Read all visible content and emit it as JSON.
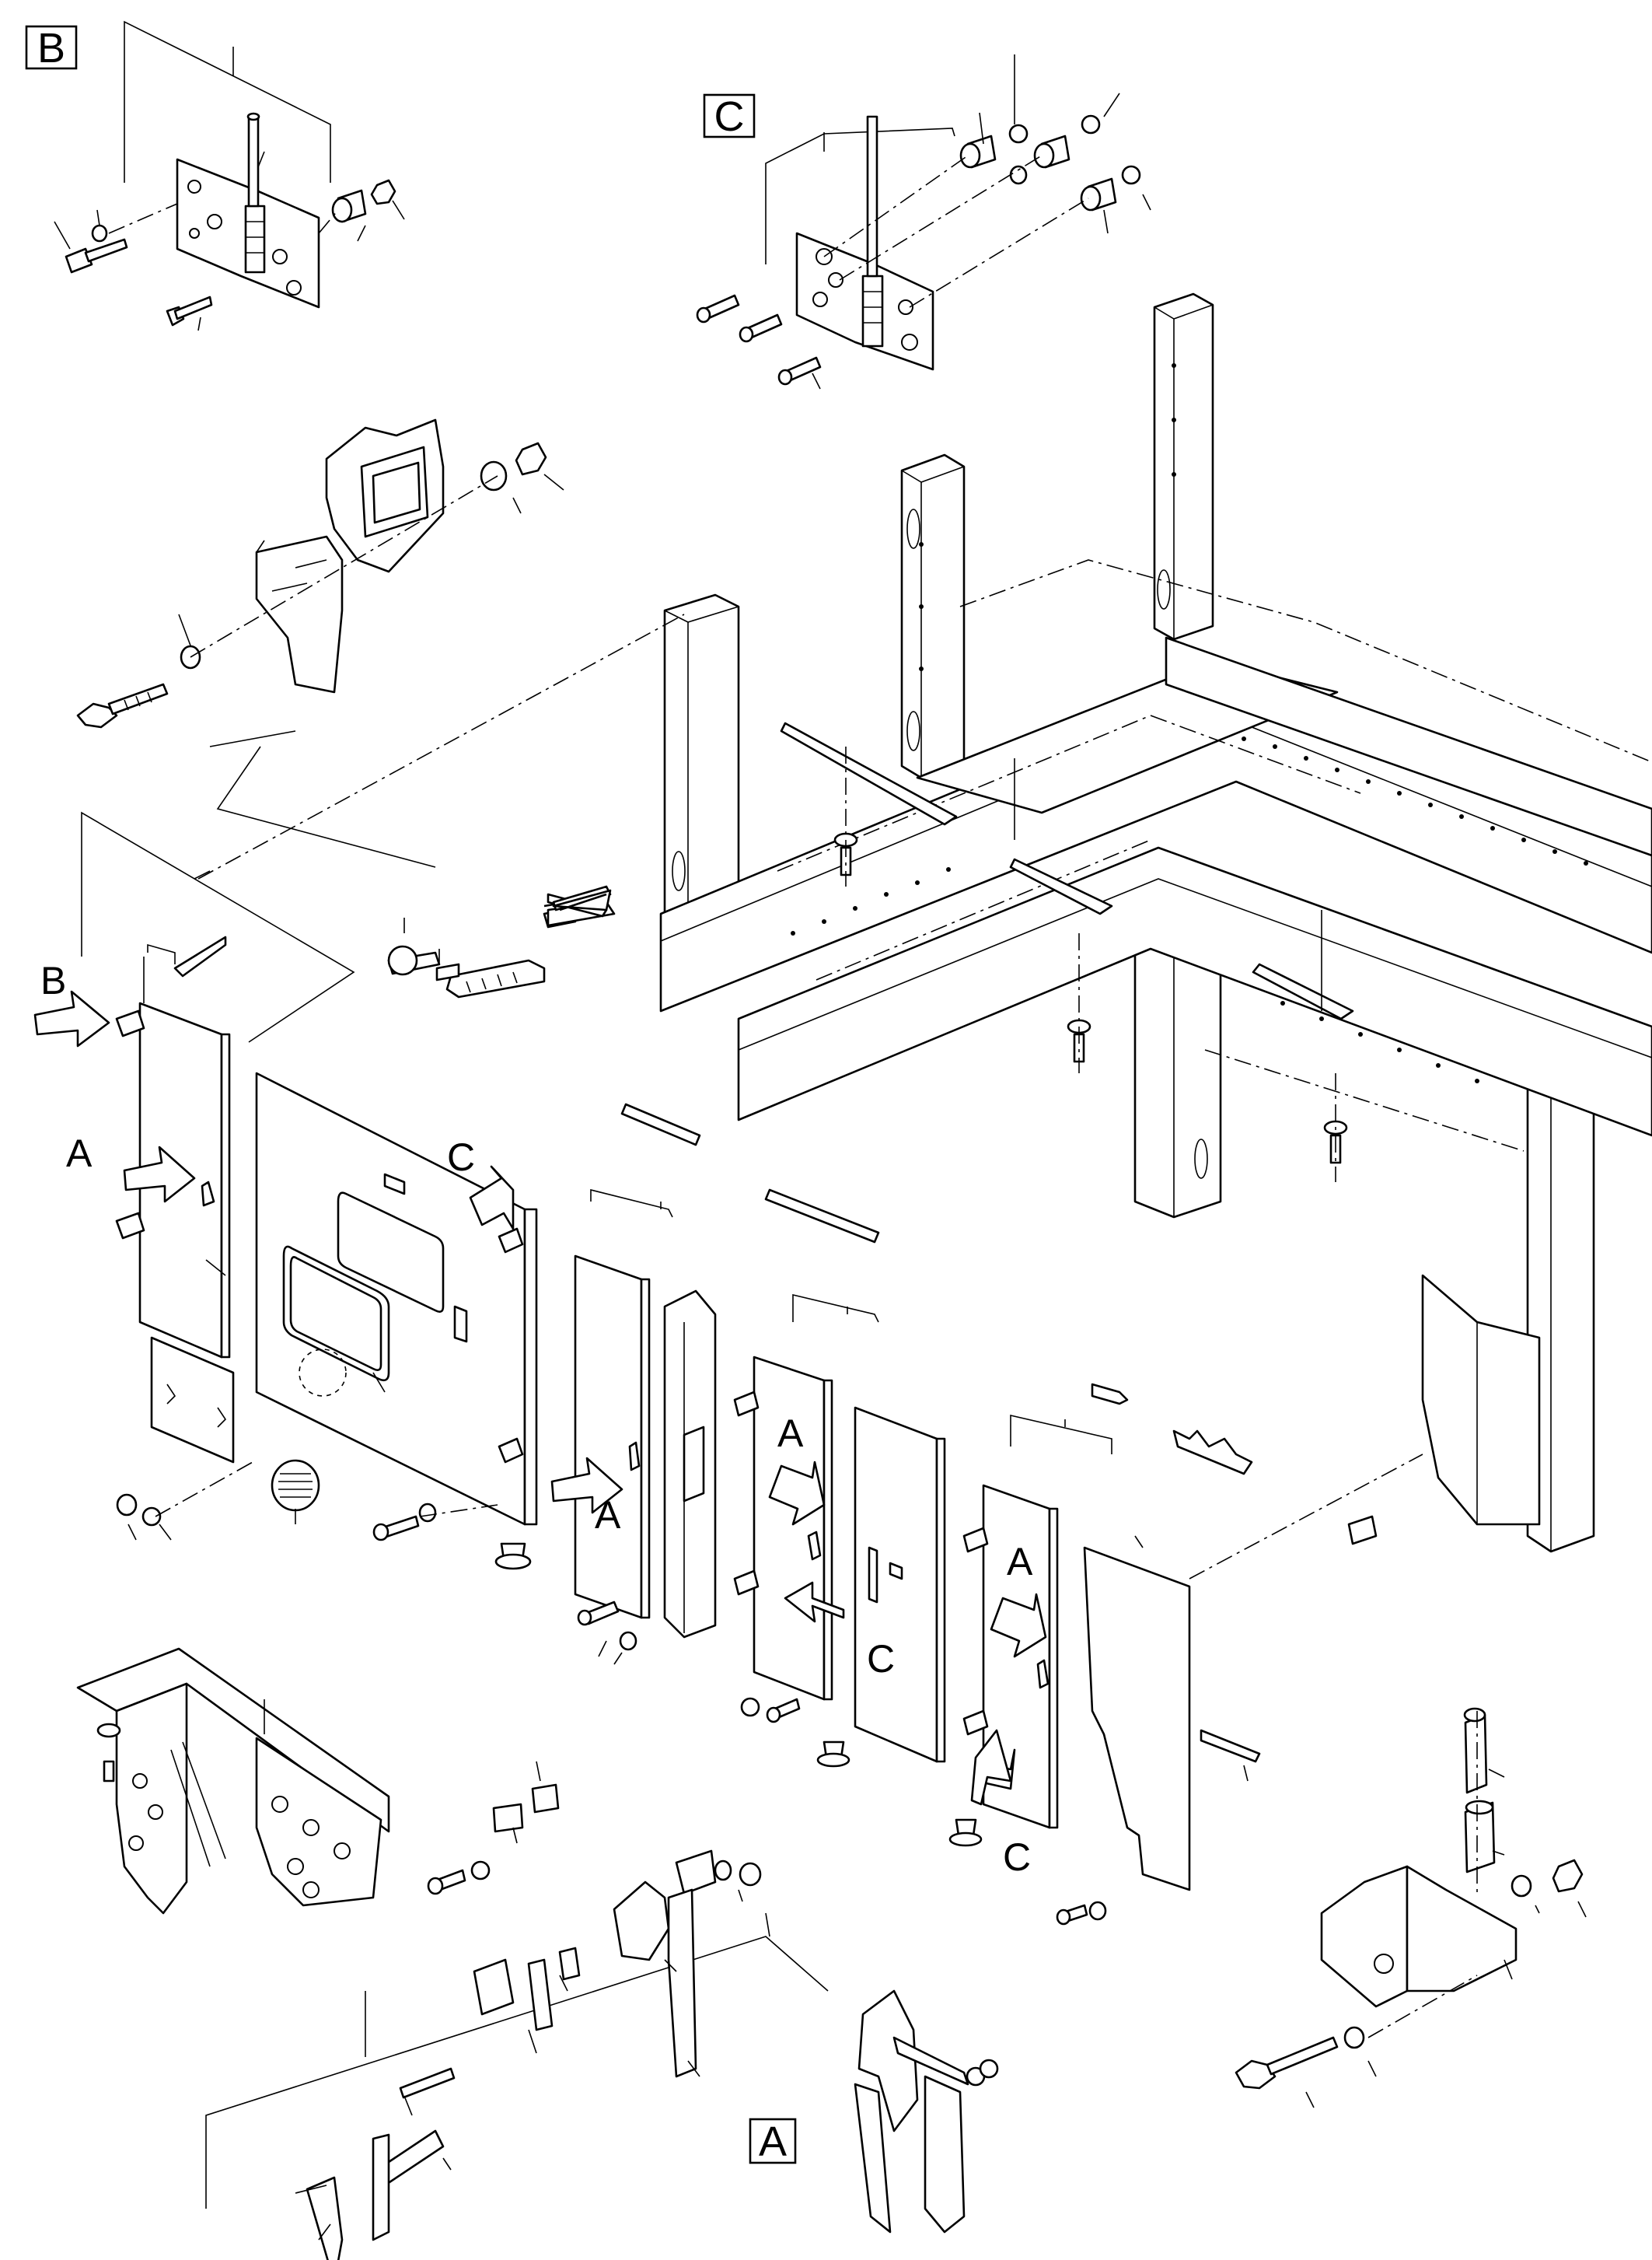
{
  "diagram": {
    "detail_labels": {
      "b": "B",
      "c": "C",
      "a": "A"
    },
    "view_labels": [
      "B",
      "A",
      "C",
      "A",
      "A",
      "C",
      "A",
      "C"
    ]
  }
}
